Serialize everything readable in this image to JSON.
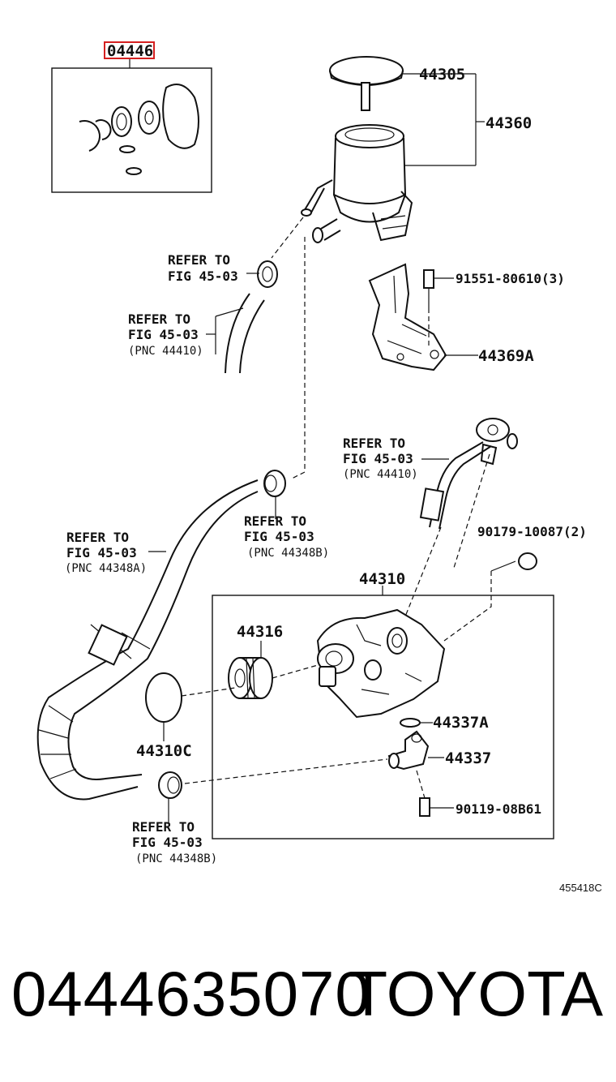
{
  "diagram": {
    "highlight_label": "04446",
    "labels": {
      "cap": "44305",
      "reservoir": "44360",
      "bolt_top": "91551-80610(3)",
      "bracket": "44369A",
      "pump": "44310",
      "pulley": "44316",
      "grommet": "90179-10087(2)",
      "oring_small": "44337A",
      "union": "44337",
      "bolt_union": "90119-08B61",
      "oring_big": "44310C"
    },
    "refs": [
      {
        "line1": "REFER TO",
        "line2": "FIG 45-03",
        "line3": ""
      },
      {
        "line1": "REFER TO",
        "line2": "FIG 45-03",
        "line3": "(PNC 44410)"
      },
      {
        "line1": "REFER TO",
        "line2": "FIG 45-03",
        "line3": "(PNC 44410)"
      },
      {
        "line1": "REFER TO",
        "line2": "FIG 45-03",
        "line3": "(PNC 44348B)"
      },
      {
        "line1": "REFER TO",
        "line2": "FIG 45-03",
        "line3": "(PNC 44348A)"
      },
      {
        "line1": "REFER TO",
        "line2": "FIG 45-03",
        "line3": "(PNC 44348B)"
      }
    ],
    "figure_code": "455418C",
    "highlight_color": "#d42020"
  },
  "footer": {
    "part_number": "0444635070",
    "brand": "TOYOTA"
  }
}
